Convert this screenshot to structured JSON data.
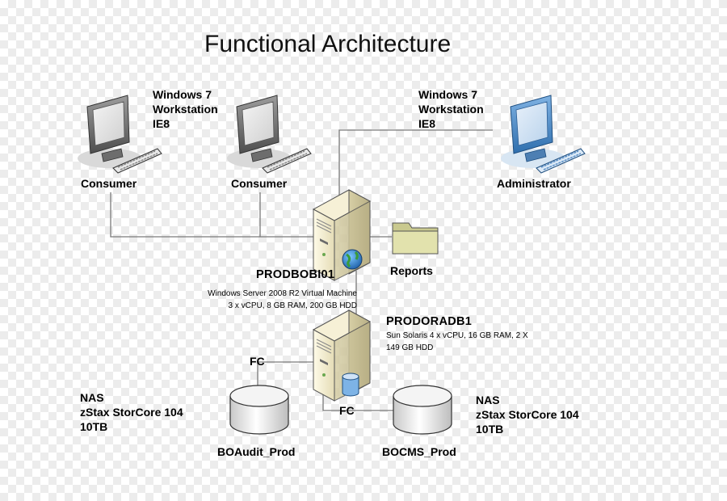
{
  "title": "Functional Architecture",
  "workstation_specs": {
    "left": [
      "Windows 7",
      "Workstation",
      "IE8"
    ],
    "right": [
      "Windows 7",
      "Workstation",
      "IE8"
    ]
  },
  "clients": [
    {
      "label": "Consumer"
    },
    {
      "label": "Consumer"
    },
    {
      "label": "Administrator"
    }
  ],
  "servers": {
    "app": {
      "name": "PRODBOBI01",
      "desc": [
        "Windows Server 2008 R2 Virtual Machine",
        "3 x vCPU, 8 GB RAM, 200 GB HDD"
      ]
    },
    "db": {
      "name": "PRODORADB1",
      "desc": [
        "Sun Solaris 4 x vCPU, 16 GB RAM, 2 X",
        "149 GB HDD"
      ]
    }
  },
  "reports_label": "Reports",
  "links": {
    "fc_left": "FC",
    "fc_right": "FC"
  },
  "storage": {
    "left": {
      "label": "BOAudit_Prod",
      "nas": [
        "NAS",
        "zStax StorCore 104",
        "10TB"
      ]
    },
    "right": {
      "label": "BOCMS_Prod",
      "nas": [
        "NAS",
        "zStax StorCore 104",
        "10TB"
      ]
    }
  },
  "colors": {
    "line": "#7a7a7a",
    "monitor_grey": "#8a8a8a",
    "monitor_blue": "#5b9bd5",
    "server_body": "#f3ecd0",
    "folder": "#d8d8a0"
  }
}
